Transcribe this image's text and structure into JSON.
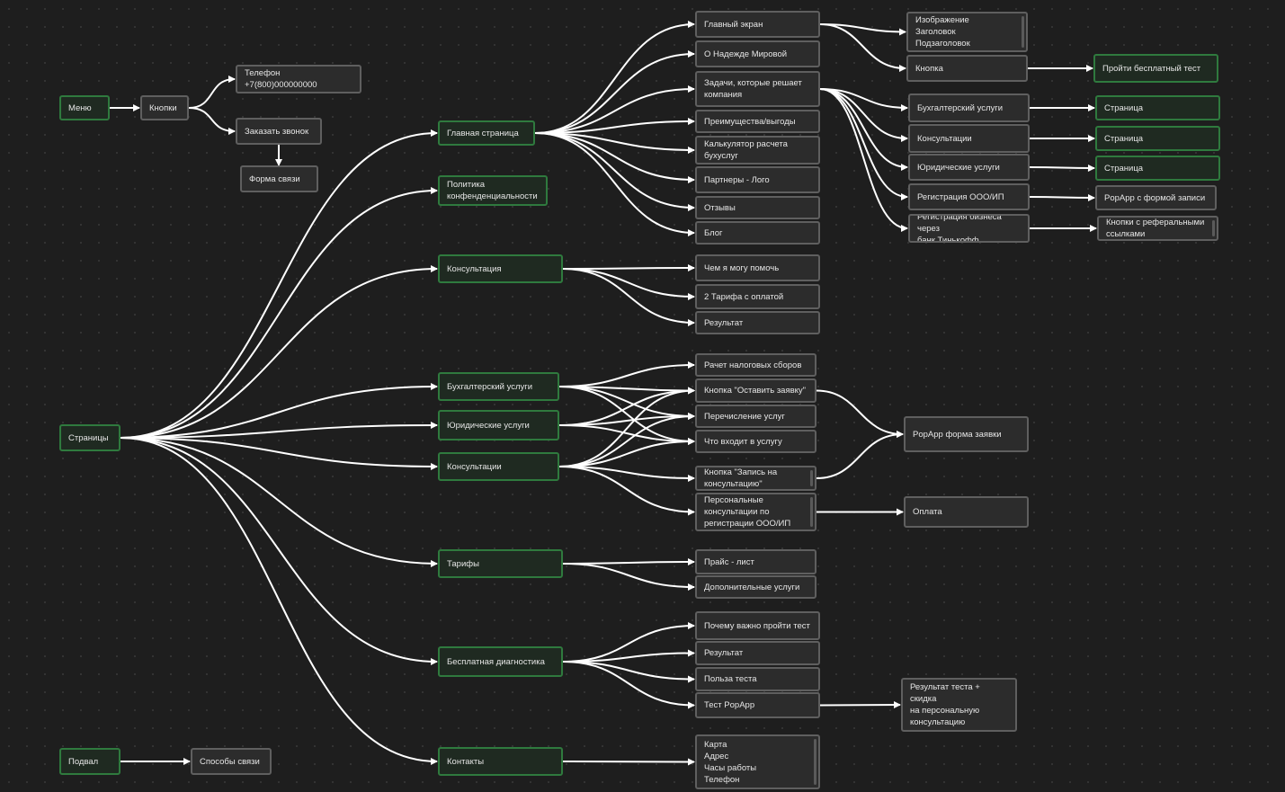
{
  "nodes": [
    {
      "id": "menu",
      "label": "Меню",
      "green": true
    },
    {
      "id": "buttons",
      "label": "Кнопки",
      "green": false
    },
    {
      "id": "phone",
      "label": "Телефон +7(800)000000000",
      "green": false
    },
    {
      "id": "callback",
      "label": "Заказать звонок",
      "green": false
    },
    {
      "id": "contactform",
      "label": "Форма связи",
      "green": false
    },
    {
      "id": "pages",
      "label": "Страницы",
      "green": true
    },
    {
      "id": "footer",
      "label": "Подвал",
      "green": true
    },
    {
      "id": "contactways",
      "label": "Способы связи",
      "green": false
    },
    {
      "id": "main",
      "label": "Главная страница",
      "green": true
    },
    {
      "id": "privacy",
      "label": "Политика\nконфенденциальности",
      "green": true
    },
    {
      "id": "consult",
      "label": "Консультация",
      "green": true
    },
    {
      "id": "acc",
      "label": "Бухгалтерский услуги",
      "green": true
    },
    {
      "id": "jur",
      "label": "Юридические услуги",
      "green": true
    },
    {
      "id": "consults",
      "label": "Консультации",
      "green": true
    },
    {
      "id": "tariffs",
      "label": "Тарифы",
      "green": true
    },
    {
      "id": "diag",
      "label": "Бесплатная диагностика",
      "green": true
    },
    {
      "id": "contacts",
      "label": "Контакты",
      "green": true
    },
    {
      "id": "m_screen",
      "label": "Главный экран",
      "green": false
    },
    {
      "id": "m_about",
      "label": "О Надежде Мировой",
      "green": false
    },
    {
      "id": "m_tasks",
      "label": "Задачи, которые решает\nкомпания",
      "green": false
    },
    {
      "id": "m_adv",
      "label": "Преимущества/выгоды",
      "green": false
    },
    {
      "id": "m_calc",
      "label": "Калькулятор расчета\nбухуслуг",
      "green": false
    },
    {
      "id": "m_partners",
      "label": "Партнеры - Лого",
      "green": false
    },
    {
      "id": "m_reviews",
      "label": "Отзывы",
      "green": false
    },
    {
      "id": "m_blog",
      "label": "Блог",
      "green": false
    },
    {
      "id": "hero",
      "label": "Изображение\nЗаголовок\nПодзаголовок",
      "green": false
    },
    {
      "id": "hero_btn",
      "label": "Кнопка",
      "green": false
    },
    {
      "id": "free_test",
      "label": "Пройти бесплатный тест",
      "green": true
    },
    {
      "id": "t_acc",
      "label": "Бухгалтерский услуги",
      "green": false
    },
    {
      "id": "t_cons",
      "label": "Консультации",
      "green": false
    },
    {
      "id": "t_jur",
      "label": "Юридические услуги",
      "green": false
    },
    {
      "id": "t_reg",
      "label": "Регистрация ООО/ИП",
      "green": false
    },
    {
      "id": "t_bank",
      "label": "Регистрация бизнеса через\nбанк Тинькофф",
      "green": false
    },
    {
      "id": "p1",
      "label": "Страница",
      "green": true
    },
    {
      "id": "p2",
      "label": "Страница",
      "green": true
    },
    {
      "id": "p3",
      "label": "Страница",
      "green": true
    },
    {
      "id": "popup_reg",
      "label": "PopApp с формой записи",
      "green": false
    },
    {
      "id": "ref_btns",
      "label": "Кнопки с реферальными\nссылками",
      "green": false
    },
    {
      "id": "c_help",
      "label": "Чем я могу помочь",
      "green": false
    },
    {
      "id": "c_tariffs",
      "label": "2 Тарифа с оплатой",
      "green": false
    },
    {
      "id": "c_result",
      "label": "Результат",
      "green": false
    },
    {
      "id": "s_tax",
      "label": "Рачет налоговых сборов",
      "green": false
    },
    {
      "id": "s_leave",
      "label": "Кнопка \"Оставить заявку\"",
      "green": false
    },
    {
      "id": "s_list",
      "label": "Перечисление услуг",
      "green": false
    },
    {
      "id": "s_incl",
      "label": "Что входит в услугу",
      "green": false
    },
    {
      "id": "s_book",
      "label": "Кнопка \"Запись на\nконсультацию\"",
      "green": false
    },
    {
      "id": "s_personal",
      "label": "Персональные\nконсультации по\nрегистрации ООО/ИП",
      "green": false
    },
    {
      "id": "popup_form",
      "label": "PopApp форма заявки",
      "green": false
    },
    {
      "id": "payment",
      "label": "Оплата",
      "green": false
    },
    {
      "id": "tr_price",
      "label": "Прайс - лист",
      "green": false
    },
    {
      "id": "tr_extra",
      "label": "Дополнительные услуги",
      "green": false
    },
    {
      "id": "d_why",
      "label": "Почему важно пройти тест",
      "green": false
    },
    {
      "id": "d_result",
      "label": "Результат",
      "green": false
    },
    {
      "id": "d_benefit",
      "label": "Польза теста",
      "green": false
    },
    {
      "id": "d_test",
      "label": "Тест PopApp",
      "green": false
    },
    {
      "id": "d_discount",
      "label": "Результат теста + скидка\nна персональную\nконсультацию",
      "green": false
    },
    {
      "id": "ct_info",
      "label": "Карта\nАдрес\nЧасы работы\nТелефон",
      "green": false
    }
  ],
  "edges": [
    [
      "menu",
      "buttons"
    ],
    [
      "buttons",
      "phone"
    ],
    [
      "buttons",
      "callback"
    ],
    [
      "callback",
      "contactform"
    ],
    [
      "footer",
      "contactways"
    ],
    [
      "pages",
      "main"
    ],
    [
      "pages",
      "privacy"
    ],
    [
      "pages",
      "consult"
    ],
    [
      "pages",
      "acc"
    ],
    [
      "pages",
      "jur"
    ],
    [
      "pages",
      "consults"
    ],
    [
      "pages",
      "tariffs"
    ],
    [
      "pages",
      "diag"
    ],
    [
      "pages",
      "contacts"
    ],
    [
      "main",
      "m_screen"
    ],
    [
      "main",
      "m_about"
    ],
    [
      "main",
      "m_tasks"
    ],
    [
      "main",
      "m_adv"
    ],
    [
      "main",
      "m_calc"
    ],
    [
      "main",
      "m_partners"
    ],
    [
      "main",
      "m_reviews"
    ],
    [
      "main",
      "m_blog"
    ],
    [
      "m_screen",
      "hero"
    ],
    [
      "m_screen",
      "hero_btn"
    ],
    [
      "hero_btn",
      "free_test"
    ],
    [
      "m_tasks",
      "t_acc"
    ],
    [
      "m_tasks",
      "t_cons"
    ],
    [
      "m_tasks",
      "t_jur"
    ],
    [
      "m_tasks",
      "t_reg"
    ],
    [
      "m_tasks",
      "t_bank"
    ],
    [
      "t_acc",
      "p1"
    ],
    [
      "t_cons",
      "p2"
    ],
    [
      "t_jur",
      "p3"
    ],
    [
      "t_reg",
      "popup_reg"
    ],
    [
      "t_bank",
      "ref_btns"
    ],
    [
      "consult",
      "c_help"
    ],
    [
      "consult",
      "c_tariffs"
    ],
    [
      "consult",
      "c_result"
    ],
    [
      "acc",
      "s_tax"
    ],
    [
      "acc",
      "s_leave"
    ],
    [
      "acc",
      "s_list"
    ],
    [
      "acc",
      "s_incl"
    ],
    [
      "jur",
      "s_leave"
    ],
    [
      "jur",
      "s_list"
    ],
    [
      "jur",
      "s_incl"
    ],
    [
      "consults",
      "s_leave"
    ],
    [
      "consults",
      "s_list"
    ],
    [
      "consults",
      "s_incl"
    ],
    [
      "consults",
      "s_book"
    ],
    [
      "consults",
      "s_personal"
    ],
    [
      "s_leave",
      "popup_form"
    ],
    [
      "s_book",
      "popup_form"
    ],
    [
      "s_personal",
      "payment"
    ],
    [
      "tariffs",
      "tr_price"
    ],
    [
      "tariffs",
      "tr_extra"
    ],
    [
      "diag",
      "d_why"
    ],
    [
      "diag",
      "d_result"
    ],
    [
      "diag",
      "d_benefit"
    ],
    [
      "diag",
      "d_test"
    ],
    [
      "d_test",
      "d_discount"
    ],
    [
      "contacts",
      "ct_info"
    ]
  ]
}
